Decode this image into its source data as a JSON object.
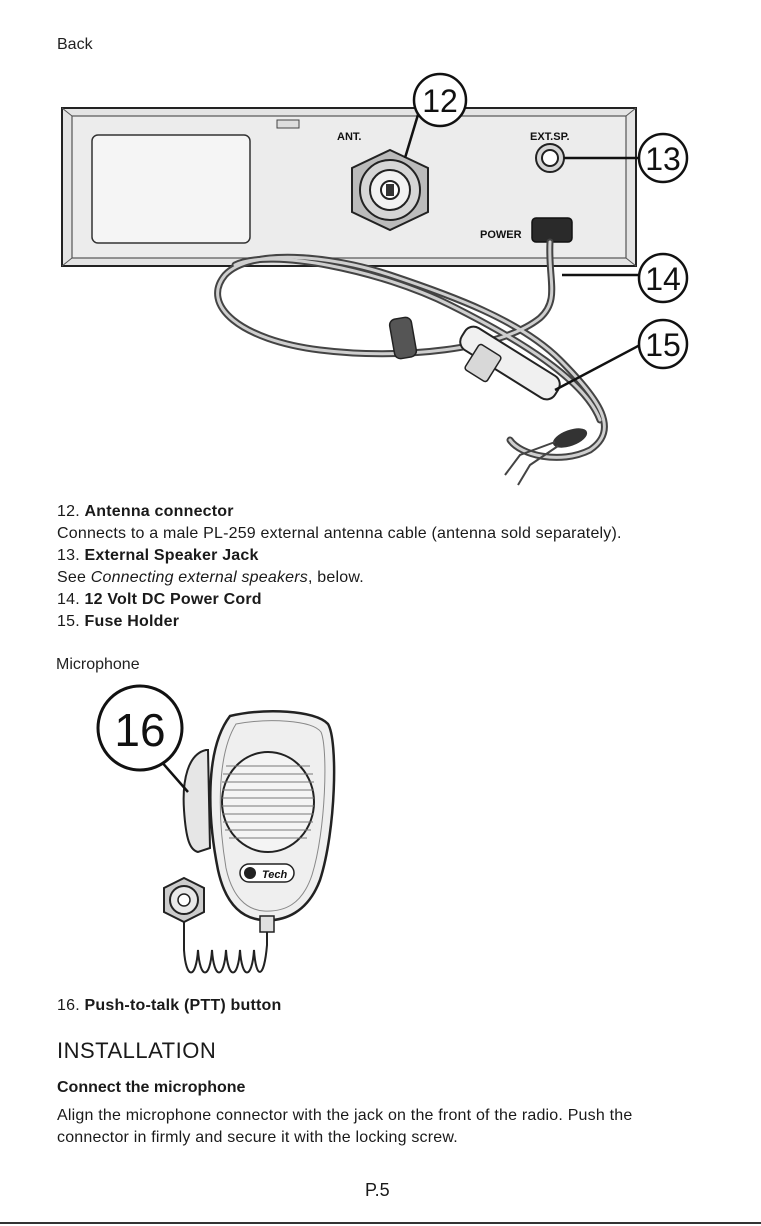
{
  "back_section": {
    "label": "Back",
    "panel_labels": {
      "ant": "ANT.",
      "ext_sp": "EXT.SP.",
      "power": "POWER"
    },
    "callouts": {
      "c12": "12",
      "c13": "13",
      "c14": "14",
      "c15": "15"
    }
  },
  "items": [
    {
      "number": "12.",
      "title": "Antenna connector"
    },
    {
      "number": "13.",
      "title": "External Speaker Jack"
    },
    {
      "number": "14.",
      "title": "12 Volt DC Power Cord"
    },
    {
      "number": "15.",
      "title": "Fuse Holder"
    }
  ],
  "descriptions": {
    "antenna": "Connects to a male PL-259 external antenna cable (antenna sold separately).",
    "speaker_prefix": "See ",
    "speaker_italic": "Connecting external speakers",
    "speaker_suffix": ", below."
  },
  "microphone_section": {
    "label": "Microphone",
    "callout": "16",
    "brand": "Tech",
    "item": {
      "number": "16.",
      "title": "Push-to-talk (PTT) button"
    }
  },
  "installation": {
    "heading": "INSTALLATION",
    "subheading": "Connect the microphone",
    "line1": "Align the microphone connector with the jack on the front of the radio. Push the",
    "line2": "connector in firmly and secure it with the locking screw."
  },
  "page_number": "P.5"
}
